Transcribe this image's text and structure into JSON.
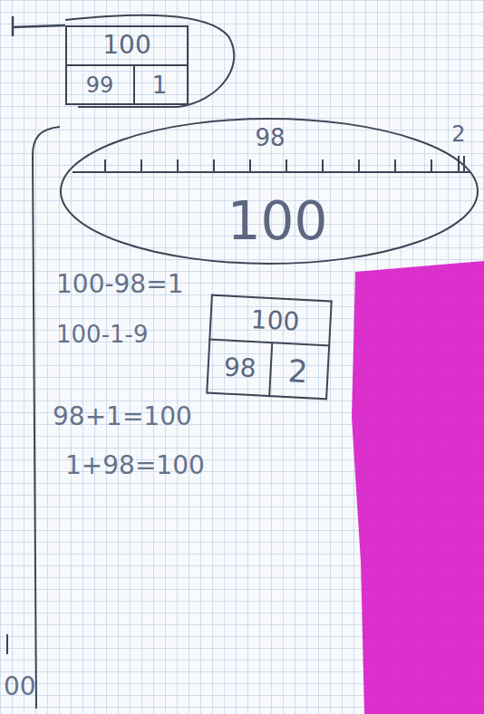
{
  "diagram": {
    "nodes": [
      {
        "text": [
          "100",
          "99",
          "1"
        ]
      },
      {
        "text": [
          "98",
          "2",
          "100"
        ]
      },
      {
        "text": [
          "100",
          "98",
          "2"
        ]
      }
    ],
    "labels": [
      "100-98=1",
      "100-1-9",
      "98+1=100",
      "1+98=100",
      "00"
    ]
  }
}
